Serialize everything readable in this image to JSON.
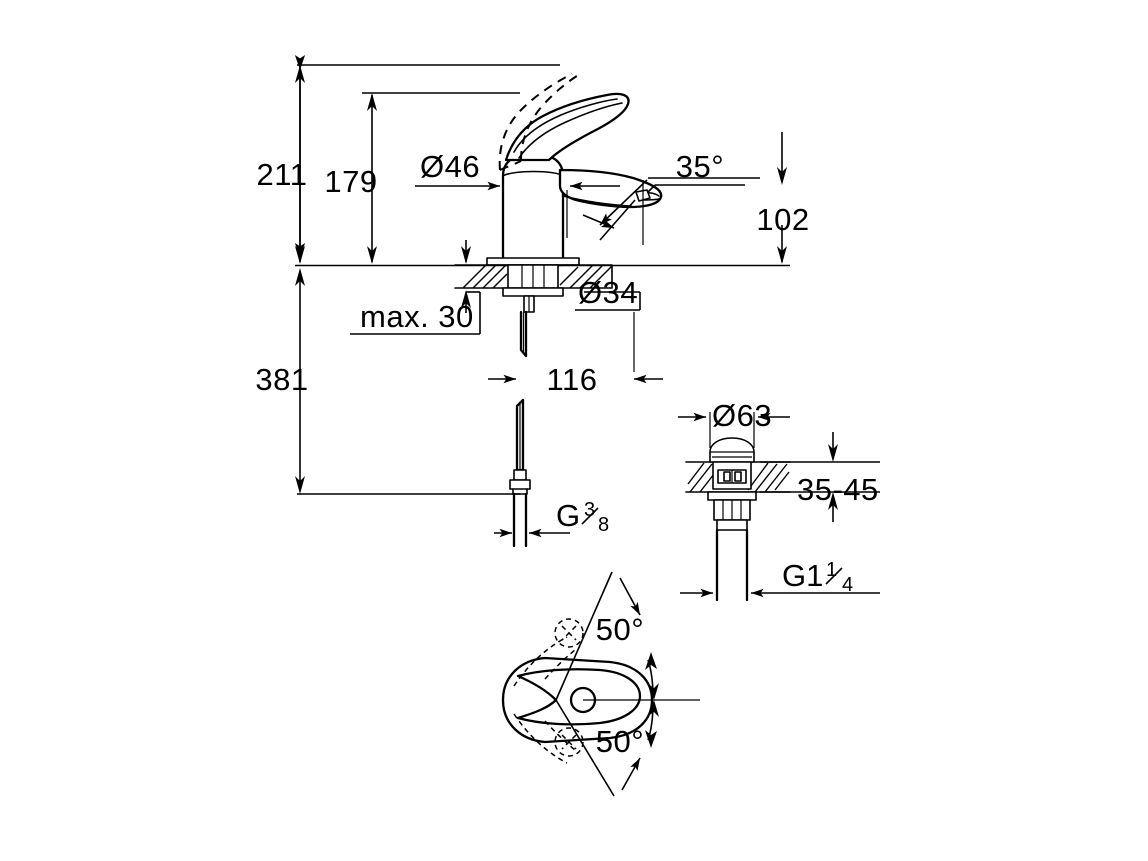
{
  "drawing": {
    "title": "Single-lever basin mixer dimensional drawing",
    "units": "mm",
    "line_color": "#000000",
    "background": "#ffffff"
  },
  "dimensions": {
    "total_height": "211",
    "spout_height": "179",
    "overall_depth": "381",
    "max_counter_thickness": "max. 30",
    "aerator_offset": "102",
    "spout_reach": "116",
    "body_diameter": "Ø46",
    "base_diameter": "Ø34",
    "drain_cap_diameter": "Ø63",
    "basin_thickness_range": "35-45",
    "spout_angle": "35°",
    "swivel_angle_upper": "50°",
    "swivel_angle_lower": "50°"
  },
  "threads": {
    "supply_connection_prefix": "G",
    "supply_connection_num": "3",
    "supply_connection_den": "8",
    "drain_connection_prefix": "G1",
    "drain_connection_num": "1",
    "drain_connection_den": "4"
  },
  "views": {
    "front_elevation": "front-elevation-view",
    "drain_assembly": "pop-up-waste-assembly-view",
    "top_swivel": "handle-swivel-range-top-view"
  }
}
